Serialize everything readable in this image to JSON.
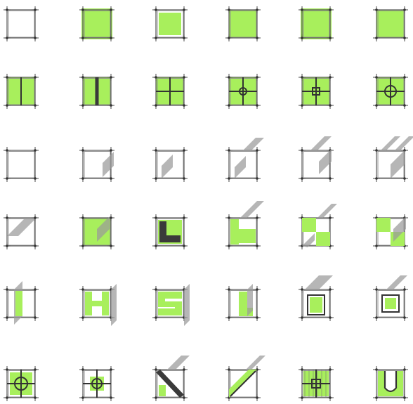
{
  "figure": {
    "rows": 6,
    "columns": 6,
    "colors": {
      "fill": "#a8ef5c",
      "shadow": "#9a9a9a",
      "stroke": "#555555",
      "ink": "#333333",
      "background": "#ffffff"
    },
    "cells": [
      {
        "shape": "open-square"
      },
      {
        "shape": "filled-square-outset"
      },
      {
        "shape": "filled-square-inset"
      },
      {
        "shape": "filled-square-full"
      },
      {
        "shape": "filled-square-outset"
      },
      {
        "shape": "filled-square-full"
      },
      {
        "shape": "filled-split-line"
      },
      {
        "shape": "filled-split-bar"
      },
      {
        "shape": "filled-cross"
      },
      {
        "shape": "filled-cross-circle-small"
      },
      {
        "shape": "filled-cross-square"
      },
      {
        "shape": "filled-cross-circle"
      },
      {
        "shape": "open-square"
      },
      {
        "shape": "open-one-corner-shadow"
      },
      {
        "shape": "open-inner-shadow"
      },
      {
        "shape": "open-double-shadow"
      },
      {
        "shape": "open-split-shadow"
      },
      {
        "shape": "open-double-split-shadow"
      },
      {
        "shape": "shadow-cut-corner"
      },
      {
        "shape": "filled-shadow-corner"
      },
      {
        "shape": "filled-l-notch"
      },
      {
        "shape": "open-l-green-shadow"
      },
      {
        "shape": "checker-shadow"
      },
      {
        "shape": "checker-open"
      },
      {
        "shape": "vertical-strip-shadow"
      },
      {
        "shape": "h-frame-shadow"
      },
      {
        "shape": "s-frame-shadow"
      },
      {
        "shape": "l-block-shadow"
      },
      {
        "shape": "inner-green-shadow"
      },
      {
        "shape": "framed-green-shadow"
      },
      {
        "shape": "cross-circle-outline"
      },
      {
        "shape": "cross-circle-small"
      },
      {
        "shape": "diagonal-dark"
      },
      {
        "shape": "diagonal-green"
      },
      {
        "shape": "cross-square-hatched"
      },
      {
        "shape": "u-shape"
      }
    ]
  }
}
